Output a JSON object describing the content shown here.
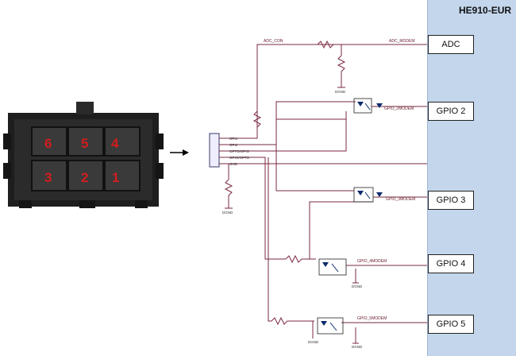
{
  "module_title": "HE910-EUR",
  "connector": {
    "pins_top": [
      "6",
      "5",
      "4"
    ],
    "pins_bottom": [
      "3",
      "2",
      "1"
    ]
  },
  "interface_labels": [
    "ADC",
    "GPIO 2",
    "GPIO 3",
    "GPIO 4",
    "GPIO 5"
  ],
  "net_labels": {
    "adc_con": "ADC_CON",
    "adc_modem": "ADC_MODEM",
    "gpio2_modem": "GPIO_2MODEM",
    "gpio3_modem": "GPIO_3MODEM",
    "gpio4_modem": "GPIO_4MODEM",
    "gpio5_modem": "GPIO_5MODEM"
  },
  "grounds": [
    "DGND",
    "DGND",
    "DGND",
    "DGND",
    "DGND"
  ],
  "header_pins": [
    "GPI1",
    "GPI2",
    "OPTO/GPIO",
    "GPIO/OPTO",
    "GND"
  ],
  "colors": {
    "panel": "#c3d6ec",
    "wire": "#7a2a40",
    "pin_number": "#d21d1d",
    "connector_body": "#262626"
  }
}
